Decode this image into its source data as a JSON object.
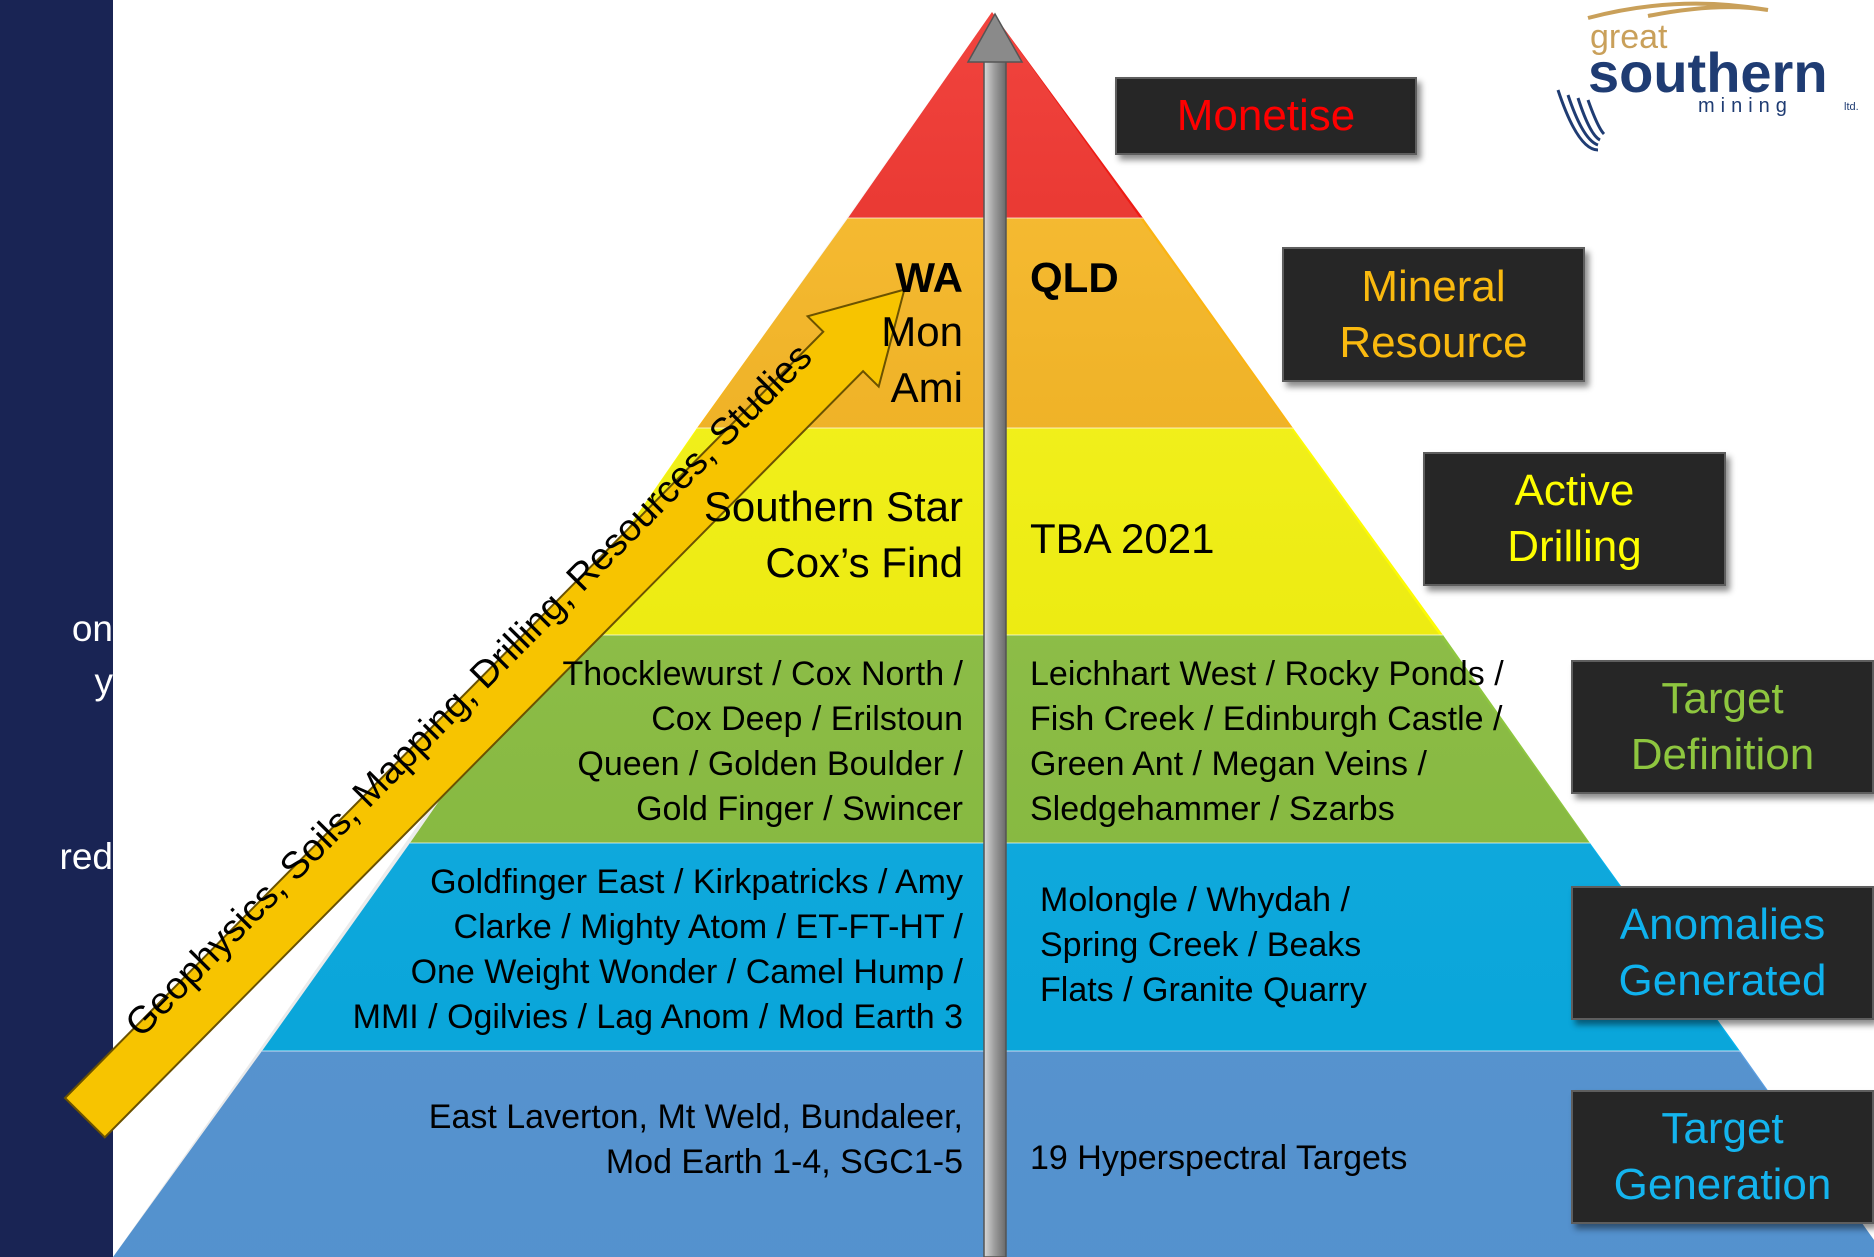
{
  "side_panel": {
    "fragments": [
      "on",
      "y",
      "red"
    ]
  },
  "arrow_text": "Geophysics, Soils, Mapping, Drilling, Resources, Studies",
  "columns": {
    "left_head": "WA",
    "right_head": "QLD"
  },
  "levels": [
    {
      "color": "#ee1b14",
      "wa": [],
      "qld": [],
      "stage": "Monetise",
      "stage_color": "#ff0000"
    },
    {
      "color": "#fbb411",
      "wa": [
        "Mon",
        "Ami"
      ],
      "qld": [],
      "stage": "Mineral Resource",
      "stage_lines": [
        "Mineral",
        "Resource"
      ],
      "stage_color": "#f9b90f"
    },
    {
      "color": "#fdfb02",
      "wa": [
        "Southern Star",
        "Cox’s Find"
      ],
      "qld": [
        "TBA 2021"
      ],
      "stage": "Active Drilling",
      "stage_lines": [
        "Active",
        "Drilling"
      ],
      "stage_color": "#fefe00"
    },
    {
      "color": "#8ec63f",
      "wa": [
        "Thocklewurst / Cox North /",
        "Cox Deep / Erilstoun",
        "Queen / Golden Boulder /",
        "Gold Finger / Swincer"
      ],
      "qld": [
        "Leichhart West / Rocky Ponds /",
        "Fish Creek / Edinburgh Castle /",
        "Green Ant / Megan Veins /",
        "Sledgehammer / Szarbs"
      ],
      "stage": "Target Definition",
      "stage_lines": [
        "Target",
        "Definition"
      ],
      "stage_color": "#8ec63f"
    },
    {
      "color": "#06b3ed",
      "wa": [
        "Goldfinger East / Kirkpatricks / Amy",
        "Clarke / Mighty Atom / ET-FT-HT /",
        "One Weight Wonder / Camel Hump /",
        "MMI / Ogilvies / Lag Anom / Mod Earth 3"
      ],
      "qld": [
        "Molongle / Whydah /",
        "Spring Creek / Beaks",
        "Flats / Granite Quarry"
      ],
      "stage": "Anomalies Generated",
      "stage_lines": [
        "Anomalies",
        "Generated"
      ],
      "stage_color": "#0fb2ee"
    },
    {
      "color": "#5b9ee0",
      "wa": [
        "East Laverton, Mt Weld, Bundaleer,",
        "Mod Earth 1-4, SGC1-5"
      ],
      "qld": [
        "19 Hyperspectral Targets"
      ],
      "stage": "Target Generation",
      "stage_lines": [
        "Target",
        "Generation"
      ],
      "stage_color": "#14b4ee"
    }
  ],
  "logo": {
    "line1": "great",
    "line2": "southern",
    "line3": "mining",
    "suffix": "ltd."
  },
  "colors": {
    "panel": "#192454",
    "logo_blue": "#1f3c73",
    "logo_gold": "#c9a05a",
    "arrow_gold": "#f7c400"
  }
}
